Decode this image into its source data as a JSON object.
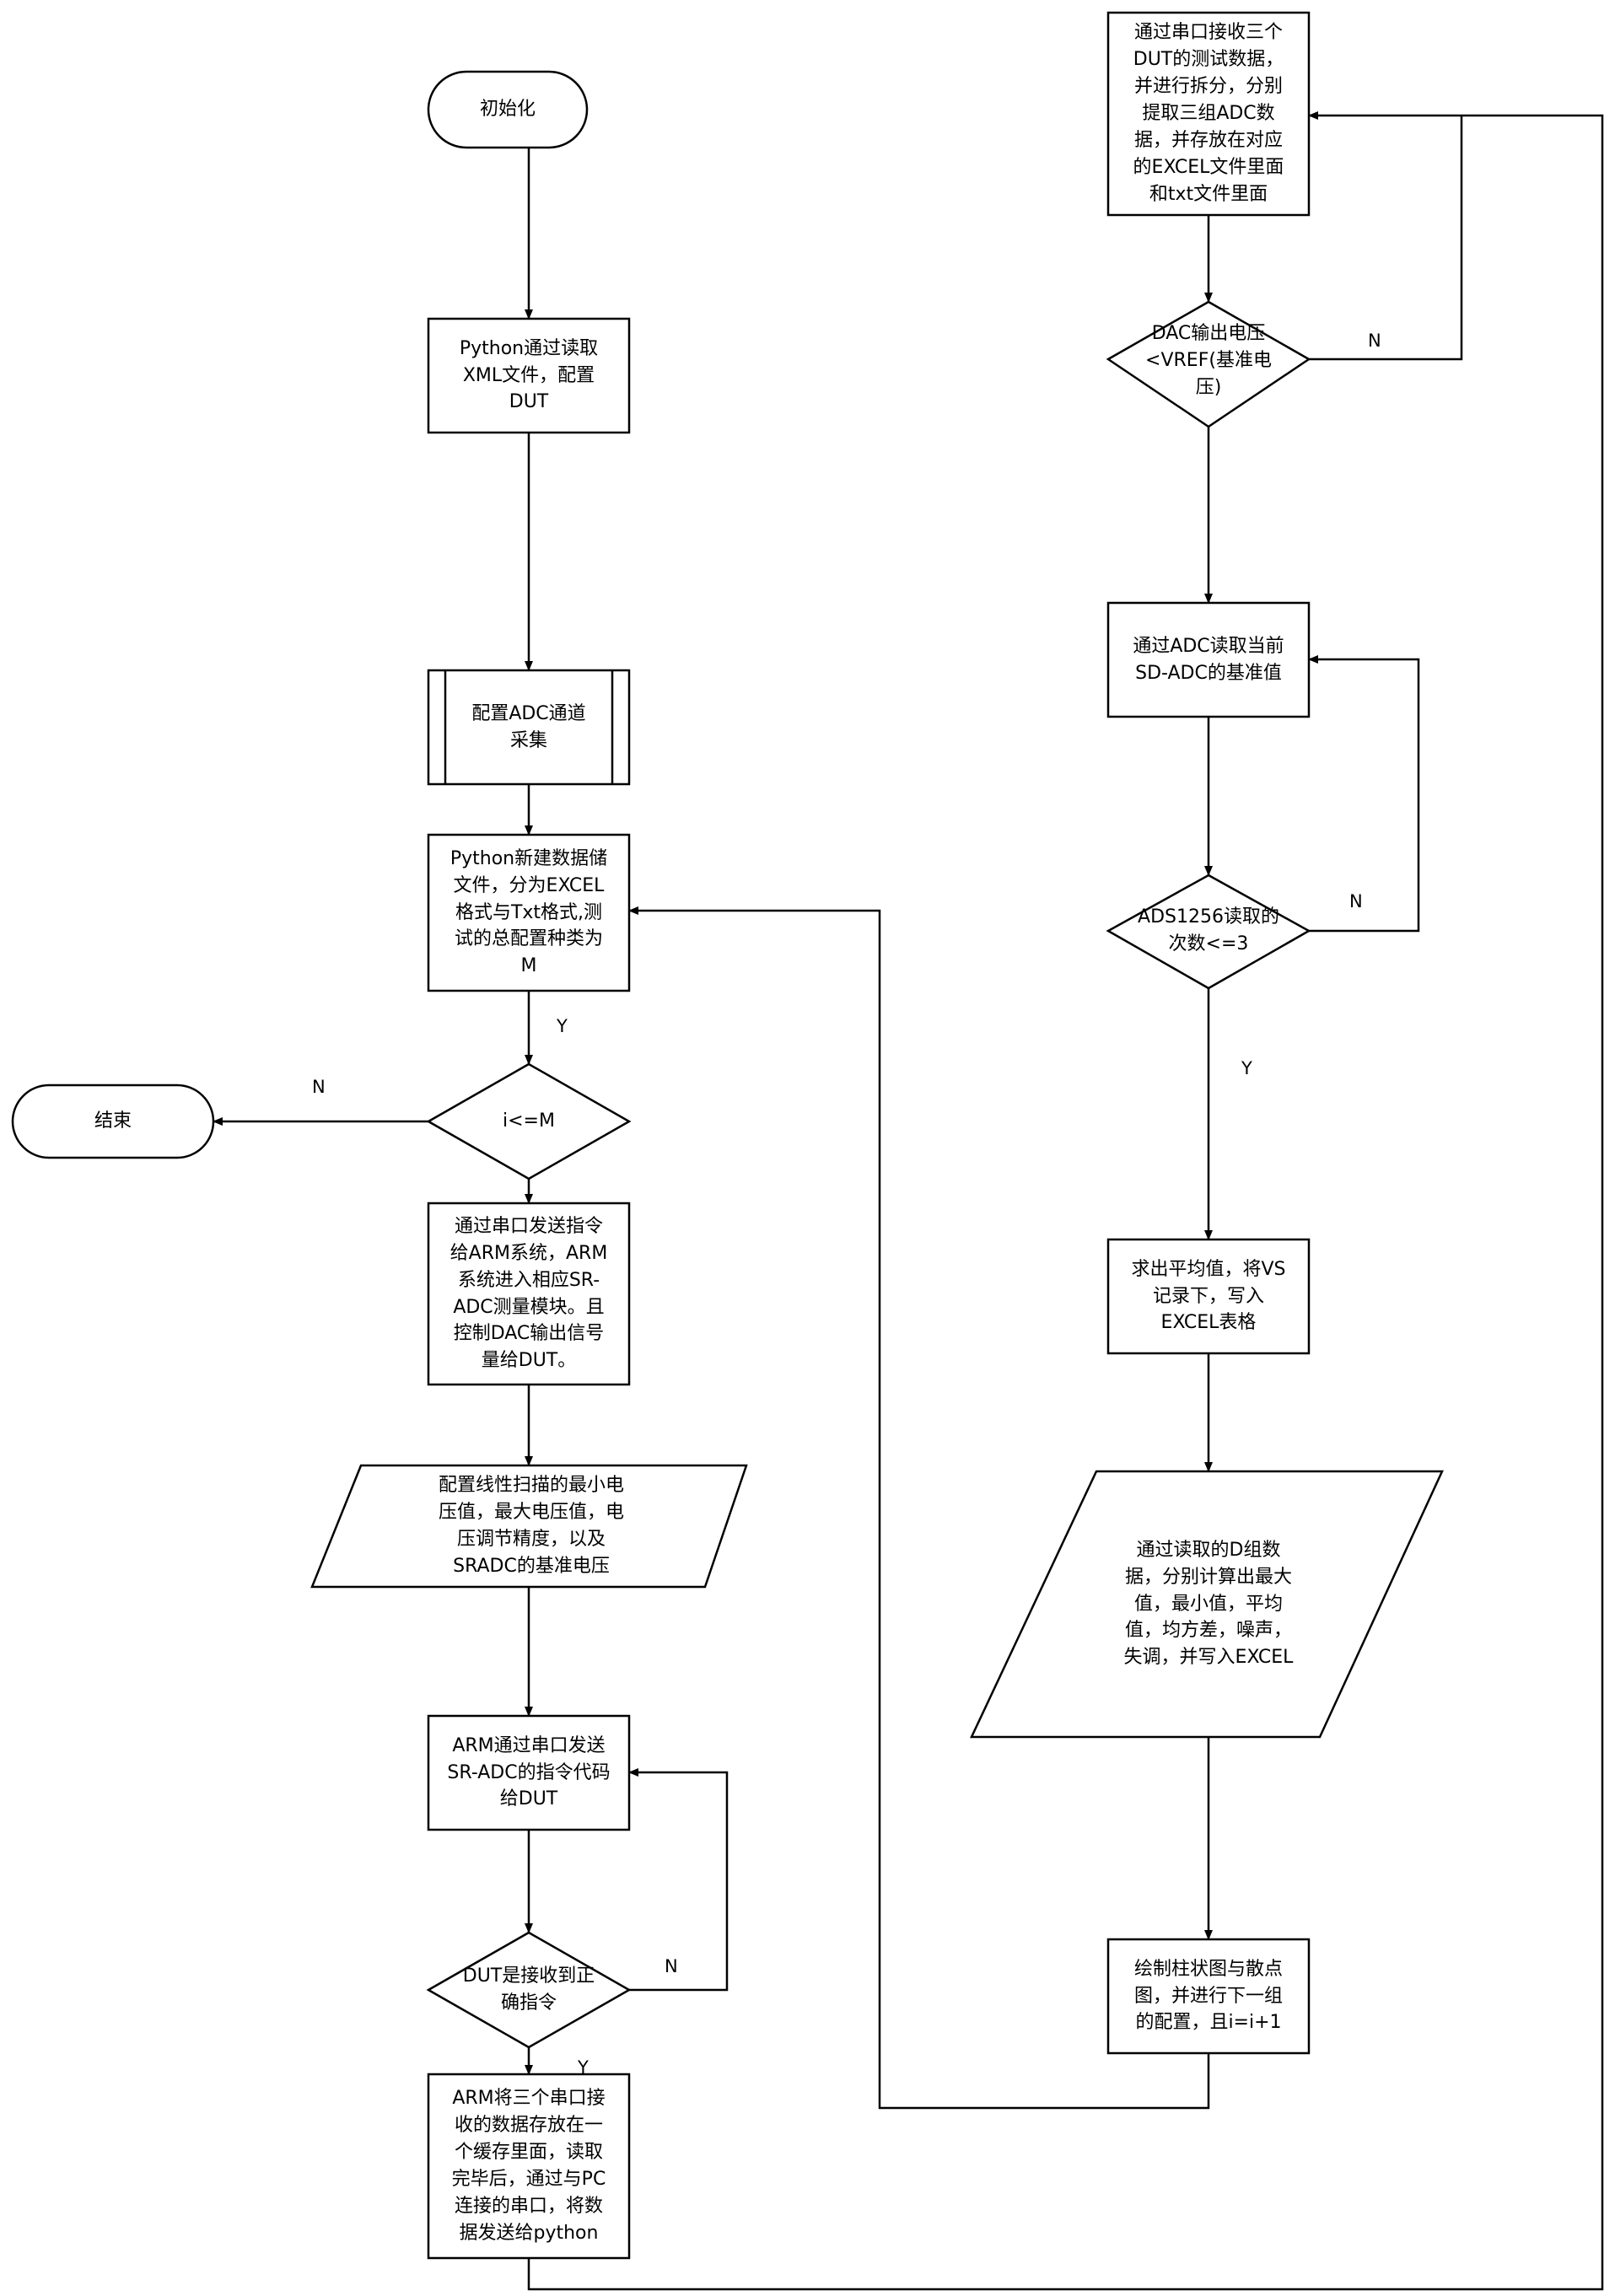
{
  "flowchart": {
    "nodes": {
      "init": "初始化",
      "read_xml": "Python通过读取\nXML文件，配置\nDUT",
      "config_adc": "配置ADC通道\n采集",
      "create_file": "Python新建数据储\n文件，分为EXCEL\n格式与Txt格式,测\n试的总配置种类为\nM",
      "loop_check": "i<=M",
      "end": "结束",
      "send_cmd": "通过串口发送指令\n给ARM系统，ARM\n系统进入相应SR-\nADC测量模块。且\n控制DAC输出信号\n量给DUT。",
      "config_scan": "配置线性扫描的最小电\n压值，最大电压值，电\n压调节精度，以及\nSRADC的基准电压",
      "arm_send": "ARM通过串口发送\nSR-ADC的指令代码\n给DUT",
      "dut_check": "DUT是接收到正\n确指令",
      "arm_store": "ARM将三个串口接\n收的数据存放在一\n个缓存里面，读取\n完毕后，通过与PC\n连接的串口，将数\n据发送给python",
      "receive": "通过串口接收三个\nDUT的测试数据，\n并进行拆分，分别\n提取三组ADC数\n据，并存放在对应\n的EXCEL文件里面\n和txt文件里面",
      "dac_check": "DAC输出电压\n<VREF(基准电\n压)",
      "read_ref": "通过ADC读取当前\nSD-ADC的基准值",
      "ads_check": "ADS1256读取的\n次数<=3",
      "average": "求出平均值，将VS\n记录下，写入\nEXCEL表格",
      "calc": "通过读取的D组数\n据，分别计算出最大\n值，最小值，平均\n值，均方差，噪声，\n失调，并写入EXCEL",
      "plot": "绘制柱状图与散点\n图，并进行下一组\n的配置，且i=i+1"
    },
    "edge_labels": {
      "loop_yes": "Y",
      "loop_no": "N",
      "dut_yes": "Y",
      "dut_no": "N",
      "dac_no": "N",
      "ads_no": "N",
      "ads_yes": "Y"
    }
  }
}
